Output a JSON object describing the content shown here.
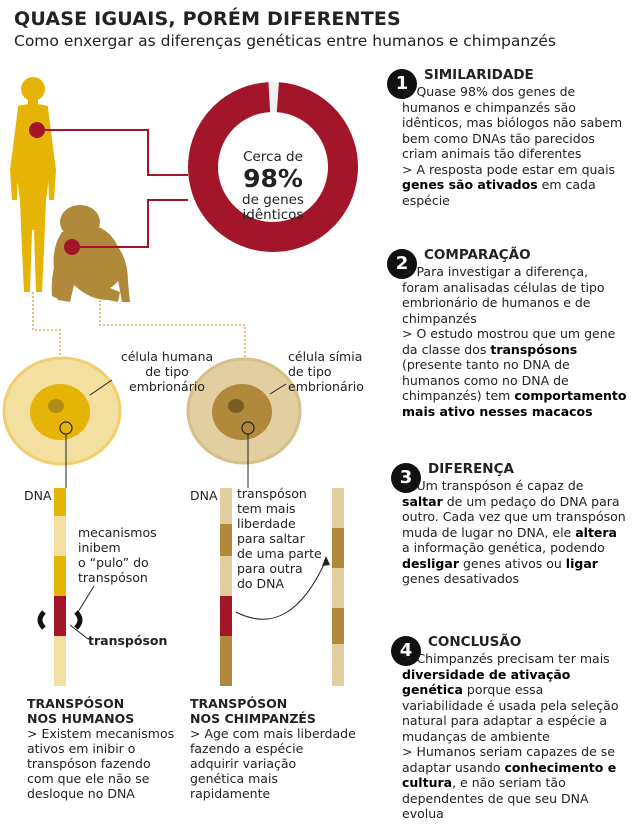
{
  "header": {
    "title": "QUASE IGUAIS, PORÉM DIFERENTES",
    "subtitle": "Como enxergar as diferenças genéticas entre humanos e chimpanzés"
  },
  "donut": {
    "line1": "Cerca de",
    "percent": "98%",
    "line2": "de genes",
    "line3": "idênticos",
    "value_fraction": 0.98,
    "color": "#a3162a"
  },
  "colors": {
    "human": "#e5b406",
    "chimp": "#b08a3a",
    "dark_red": "#a3162a",
    "human_cell": "#f3dfa0",
    "chimp_cell": "#e2cfa0"
  },
  "cells": {
    "human_label": [
      "célula humana",
      "de tipo",
      "embrionário"
    ],
    "chimp_label": [
      "célula símia",
      "de tipo",
      "embrionário"
    ]
  },
  "dna_labels": {
    "human_dna": "DNA",
    "chimp_dna": "DNA",
    "human_mech": [
      "mecanismos",
      "inibem",
      "o “pulo” do",
      "transpóson"
    ],
    "human_transposon": "transpóson",
    "chimp_mech": [
      "transpóson",
      "tem mais",
      "liberdade",
      "para saltar",
      "de uma parte",
      "para outra",
      "do DNA"
    ]
  },
  "bottom": {
    "human": {
      "head1": "TRANSPÓSON",
      "head2": "NOS HUMANOS",
      "body": [
        "> Existem mecanismos",
        "ativos em inibir o",
        "transpóson fazendo",
        "com que ele não se",
        "desloque no DNA"
      ]
    },
    "chimp": {
      "head1": "TRANSPÓSON",
      "head2": "NOS CHIMPANZÉS",
      "body": [
        "> Age com mais liberdade",
        "fazendo a espécie",
        "adquirir variação",
        "genética mais",
        "rapidamente"
      ]
    }
  },
  "sections": [
    {
      "num": "1",
      "title": "SIMILARIDADE",
      "t1": "  > Quase 98% dos genes de humanos e chimpanzés são idênticos, mas biólogos não sabem bem como DNAs tão parecidos criam animais tão diferentes",
      "t2": "  > A resposta pode estar em quais ",
      "t2b": "genes são ativados",
      "t2c": " em cada espécie"
    },
    {
      "num": "2",
      "title": "COMPARAÇÃO",
      "t1": "  > Para investigar a diferença, foram analisadas células de tipo embrionário de humanos e de chimpanzés",
      "t2": "  > O estudo mostrou que um gene da classe dos ",
      "t2b": "transpósons",
      "t2c": " (presente tanto no DNA de humanos como no DNA de chimpanzés) tem ",
      "t2d": "comportamento mais ativo nesses macacos"
    },
    {
      "num": "3",
      "title": "DIFERENÇA",
      "t1": "  > Um transpóson é capaz de ",
      "t1b": "saltar",
      "t1c": " de um pedaço do DNA para outro. Cada vez que um transpóson muda de lugar no DNA, ele ",
      "t1d": "altera",
      "t1e": " a informação genética, podendo ",
      "t1f": "desligar",
      "t1g": " genes ativos ou ",
      "t1h": "ligar",
      "t1i": " genes desativados"
    },
    {
      "num": "4",
      "title": "CONCLUSÃO",
      "t1": "  > Chimpanzés precisam ter mais ",
      "t1b": "diversidade de ativação genética",
      "t1c": " porque essa variabilidade é usada pela seleção natural para adaptar a espécie a mudanças de ambiente",
      "t2": "  > Humanos seriam capazes de se adaptar usando ",
      "t2b": "conhecimento e cultura",
      "t2c": ", e não seriam tão dependentes de que seu DNA evolua"
    }
  ]
}
